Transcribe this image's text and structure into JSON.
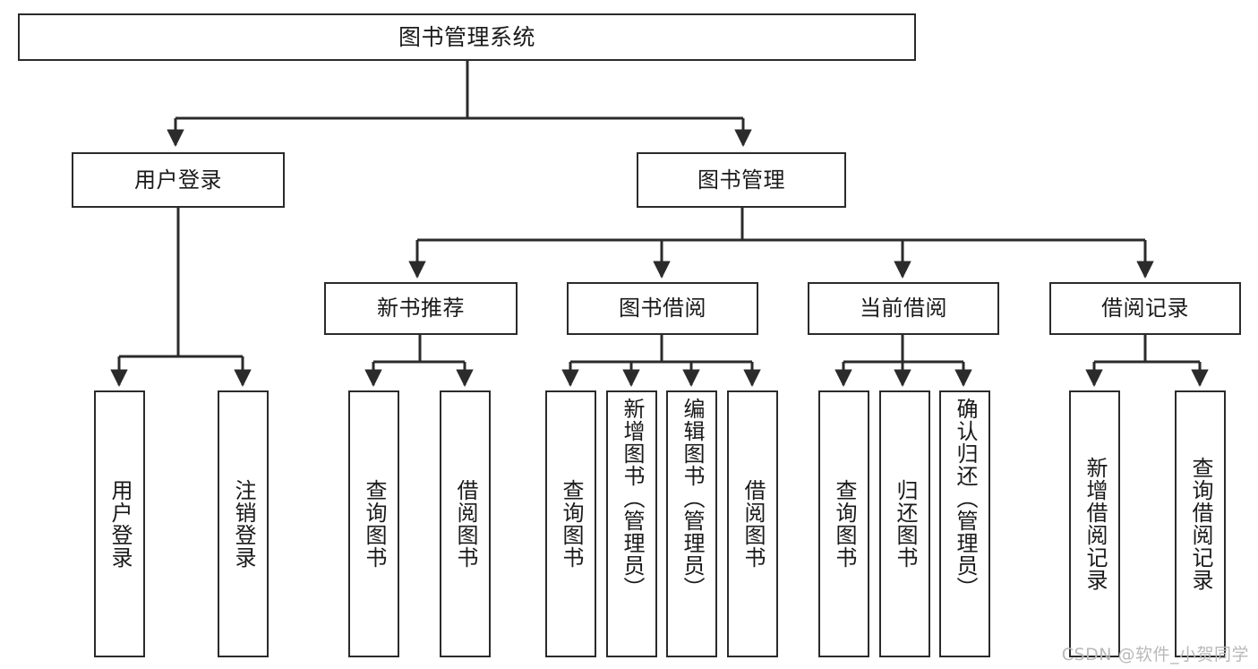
{
  "diagram": {
    "title": "图书管理系统",
    "type": "tree-hierarchy-chart",
    "colors": {
      "stroke": "#2b2b2b",
      "fill": "#ffffff",
      "text": "#1a1a1a",
      "watermark": "#b9b9b9"
    },
    "root": {
      "id": "root",
      "label": "图书管理系统"
    },
    "level2": [
      {
        "id": "user-login",
        "label": "用户登录"
      },
      {
        "id": "book-management",
        "label": "图书管理"
      }
    ],
    "level3": [
      {
        "id": "new-book-recommend",
        "label": "新书推荐"
      },
      {
        "id": "book-borrow",
        "label": "图书借阅"
      },
      {
        "id": "current-borrow",
        "label": "当前借阅"
      },
      {
        "id": "borrow-record",
        "label": "借阅记录"
      }
    ],
    "leaves": {
      "user_login": [
        {
          "id": "leaf-user-login",
          "label": "用户登录"
        },
        {
          "id": "leaf-logout-login",
          "label": "注销登录"
        }
      ],
      "new_book_recommend": [
        {
          "id": "leaf-query-book-1",
          "label": "查询图书"
        },
        {
          "id": "leaf-borrow-book-1",
          "label": "借阅图书"
        }
      ],
      "book_borrow": [
        {
          "id": "leaf-query-book-2",
          "label": "查询图书"
        },
        {
          "id": "leaf-add-book",
          "label": "新增图书（管理员）"
        },
        {
          "id": "leaf-edit-book",
          "label": "编辑图书（管理员）"
        },
        {
          "id": "leaf-borrow-book-2",
          "label": "借阅图书"
        }
      ],
      "current_borrow": [
        {
          "id": "leaf-query-book-3",
          "label": "查询图书"
        },
        {
          "id": "leaf-return-book",
          "label": "归还图书"
        },
        {
          "id": "leaf-confirm-return",
          "label": "确认归还（管理员）"
        }
      ],
      "borrow_record": [
        {
          "id": "leaf-add-borrow-record",
          "label": "新增借阅记录"
        },
        {
          "id": "leaf-query-borrow-record",
          "label": "查询借阅记录"
        }
      ]
    }
  },
  "watermark": {
    "text": "CSDN @软件_小贺同学"
  }
}
